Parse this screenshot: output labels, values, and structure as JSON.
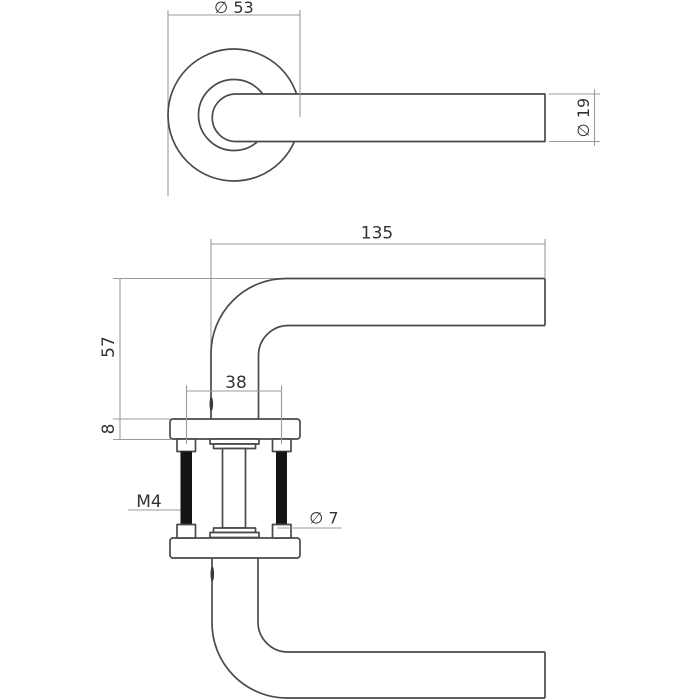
{
  "colors": {
    "background": "#ffffff",
    "object_line": "#4a4a4a",
    "dimension_line": "#9b9b9b",
    "label_text": "#333333",
    "thread_fill": "#141414"
  },
  "front_view": {
    "rose_diameter": "∅ 53",
    "lever_diameter": "∅ 19"
  },
  "side_view": {
    "lever_length": "135",
    "height": "57",
    "screw_spacing": "38",
    "rose_thickness": "8",
    "screw_thread": "M4",
    "spindle_diameter": "∅ 7"
  }
}
